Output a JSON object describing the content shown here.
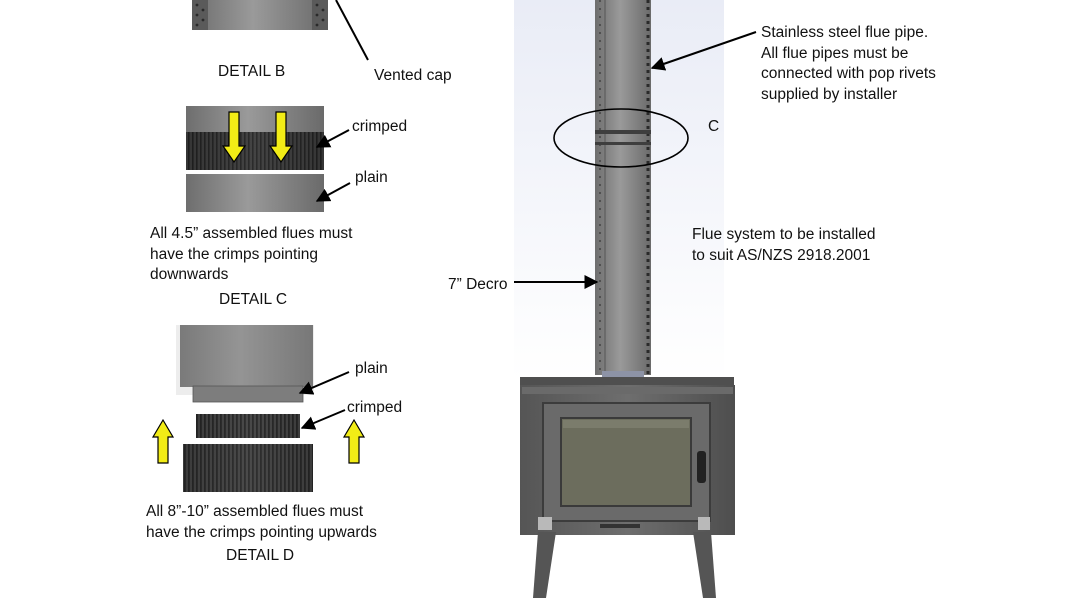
{
  "details": {
    "b": {
      "title": "DETAIL B",
      "callout": "Vented cap"
    },
    "c": {
      "title": "DETAIL C",
      "label_crimped": "crimped",
      "label_plain": "plain",
      "note": [
        "All 4.5” assembled flues must",
        "have the crimps pointing",
        "downwards"
      ]
    },
    "d": {
      "title": "DETAIL D",
      "label_plain": "plain",
      "label_crimped": "crimped",
      "note": [
        "All 8”-10” assembled flues must",
        "have the crimps pointing upwards"
      ]
    }
  },
  "main": {
    "flue_note": [
      "Stainless steel flue pipe.",
      "All flue pipes must be",
      "connected with pop rivets",
      "supplied by installer"
    ],
    "circle_label": "C",
    "standard_note": [
      "Flue system to be installed",
      "to suit AS/NZS 2918.2001"
    ],
    "decro_label": "7” Decro"
  },
  "colors": {
    "arrow_yellow": "#f2ec16",
    "steel": "#8a8a8a",
    "stove_body": "#5f5f5f",
    "glass": "#6c6d5d"
  }
}
